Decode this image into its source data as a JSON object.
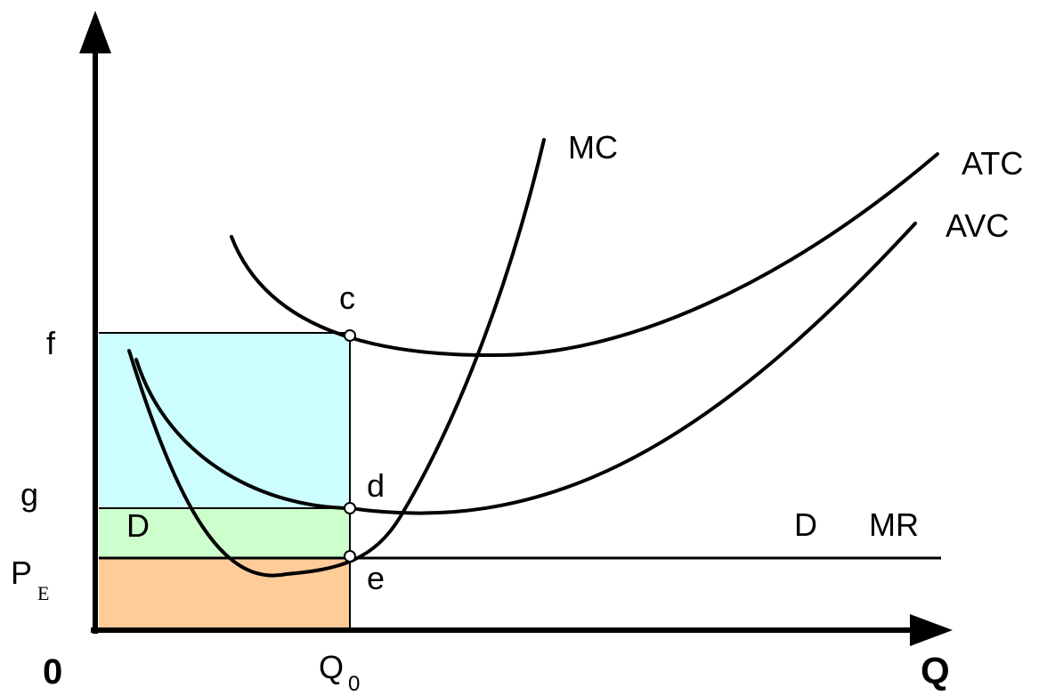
{
  "colors": {
    "total_cost_area": "#ccfeff",
    "fixed_cost_area": "#ccffcc",
    "revenue_area": "#ffcc99",
    "line": "#000000"
  },
  "axes": {
    "origin": "0",
    "x": "Q",
    "q0": {
      "base": "Q",
      "sub": "0"
    }
  },
  "y_levels": {
    "f": "f",
    "g": "g",
    "pe": {
      "base": "P",
      "sub": "E"
    }
  },
  "curves": {
    "mc": "MC",
    "atc": "ATC",
    "avc": "AVC"
  },
  "demand": {
    "d_line": "D",
    "mr": "MR",
    "d_area": "D"
  },
  "points": {
    "c": "c",
    "d": "d",
    "e": "e"
  }
}
